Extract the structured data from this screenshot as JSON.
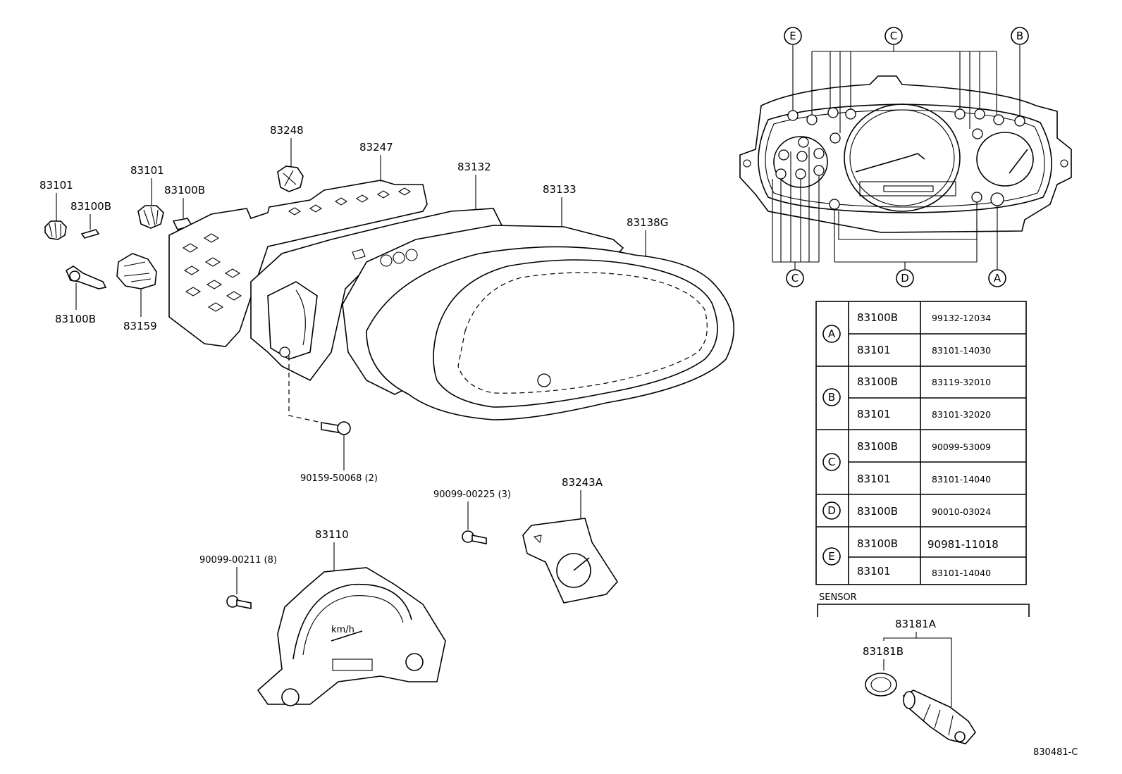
{
  "callouts": {
    "p83101_left": "83101",
    "p83100b_left": "83100B",
    "p83100b_lower": "83100B",
    "p83101_mid": "83101",
    "p83100b_mid": "83100B",
    "p83159": "83159",
    "p83248": "83248",
    "p83247": "83247",
    "p83132": "83132",
    "p83133": "83133",
    "p83138g": "83138G",
    "screw_90159": "90159-50068 (2)",
    "p83243a": "83243A",
    "screw_90099_225": "90099-00225 (3)",
    "p83110": "83110",
    "screw_90099_211": "90099-00211 (8)",
    "speedo_unit": "km/h",
    "diagram_code": "830481-C"
  },
  "overview": {
    "top_e": "E",
    "top_c": "C",
    "top_b": "B",
    "bottom_c": "C",
    "bottom_d": "D",
    "bottom_a": "A"
  },
  "bulb_table": {
    "groups": [
      {
        "key": "A",
        "rows": [
          {
            "part": "83100B",
            "number": "99132-12034"
          },
          {
            "part": "83101",
            "number": "83101-14030"
          }
        ]
      },
      {
        "key": "B",
        "rows": [
          {
            "part": "83100B",
            "number": "83119-32010"
          },
          {
            "part": "83101",
            "number": "83101-32020"
          }
        ]
      },
      {
        "key": "C",
        "rows": [
          {
            "part": "83100B",
            "number": "90099-53009"
          },
          {
            "part": "83101",
            "number": "83101-14040"
          }
        ]
      },
      {
        "key": "D",
        "rows": [
          {
            "part": "83100B",
            "number": "90010-03024"
          }
        ]
      },
      {
        "key": "E",
        "rows": [
          {
            "part": "83100B",
            "number": "90981-11018"
          },
          {
            "part": "83101",
            "number": "83101-14040"
          }
        ]
      }
    ]
  },
  "sensor": {
    "heading": "SENSOR",
    "p83181a": "83181A",
    "p83181b": "83181B"
  }
}
